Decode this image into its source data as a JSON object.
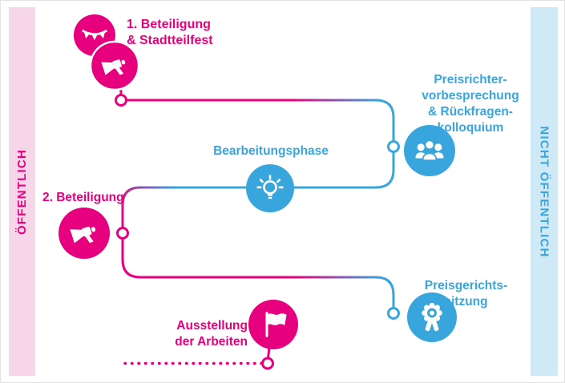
{
  "colors": {
    "pink": "#e6007e",
    "blue": "#38a6dc",
    "pink_band_background": "#f8d6e9",
    "blue_band_background": "#cfe9f7",
    "background": "#ffffff"
  },
  "left_band": {
    "label": "ÖFFENTLICH"
  },
  "right_band": {
    "label": "NICHT ÖFFENTLICH"
  },
  "steps": {
    "step1": {
      "lines": [
        "1. Beteiligung",
        "& Stadtteilfest"
      ],
      "icons": [
        "bunting-icon",
        "megaphone-icon"
      ],
      "color": "pink"
    },
    "preisrichter": {
      "lines": [
        "Preisrichter-",
        "vorbesprechung",
        "& Rückfragen-",
        "kolloquium"
      ],
      "icons": [
        "people-icon"
      ],
      "color": "blue"
    },
    "bearbeitung": {
      "lines": [
        "Bearbeitungsphase"
      ],
      "icons": [
        "lightbulb-icon"
      ],
      "color": "blue"
    },
    "step2": {
      "lines": [
        "2. Beteiligung"
      ],
      "icons": [
        "megaphone-icon"
      ],
      "color": "pink"
    },
    "preisgericht": {
      "lines": [
        "Preisgerichts-",
        "sitzung"
      ],
      "icons": [
        "award-icon"
      ],
      "color": "blue"
    },
    "ausstellung": {
      "lines": [
        "Ausstellung",
        "der Arbeiten"
      ],
      "icons": [
        "flag-icon"
      ],
      "color": "pink"
    }
  }
}
